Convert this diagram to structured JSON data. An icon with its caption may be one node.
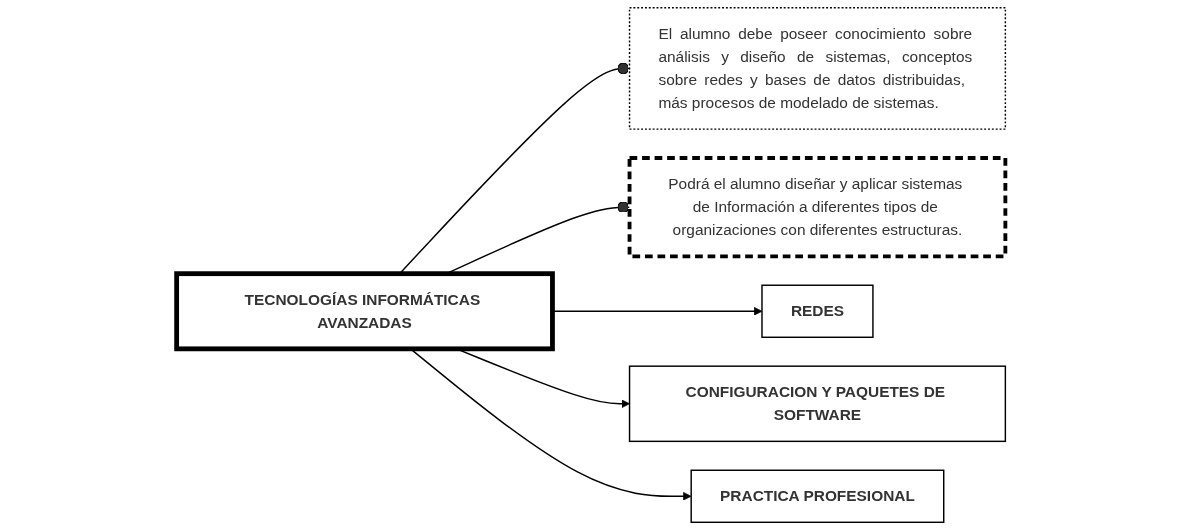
{
  "diagram": {
    "nodes": [
      {
        "text": [
          "El alumno debe poseer conocimiento sobre análisis y diseño de sistemas, conceptos sobre redes y bases de datos distribuidas,  más procesos de modelado de sistemas."
        ]
      },
      {
        "text": [
          "TECNOLOGÍAS INFORMÁTICAS AVANZADAS"
        ]
      },
      {
        "text": [
          "Podrá el alumno diseñar y aplicar sistemas de Información a diferentes tipos de organizaciones con diferentes estructuras."
        ]
      },
      {
        "text": [
          "REDES"
        ]
      },
      {
        "text": [
          "CONFIGURACION Y PAQUETES DE SOFTWARE"
        ]
      },
      {
        "text": [
          "PRACTICA PROFESIONAL"
        ]
      }
    ],
    "edges": [
      {
        "from": 1,
        "to": 0,
        "arrow": "other"
      },
      {
        "from": 1,
        "to": 2,
        "arrow": "other"
      },
      {
        "from": 1,
        "to": 3,
        "arrow": "to"
      },
      {
        "from": 1,
        "to": 4,
        "arrow": "to"
      },
      {
        "from": 1,
        "to": 5,
        "arrow": "to"
      }
    ]
  }
}
